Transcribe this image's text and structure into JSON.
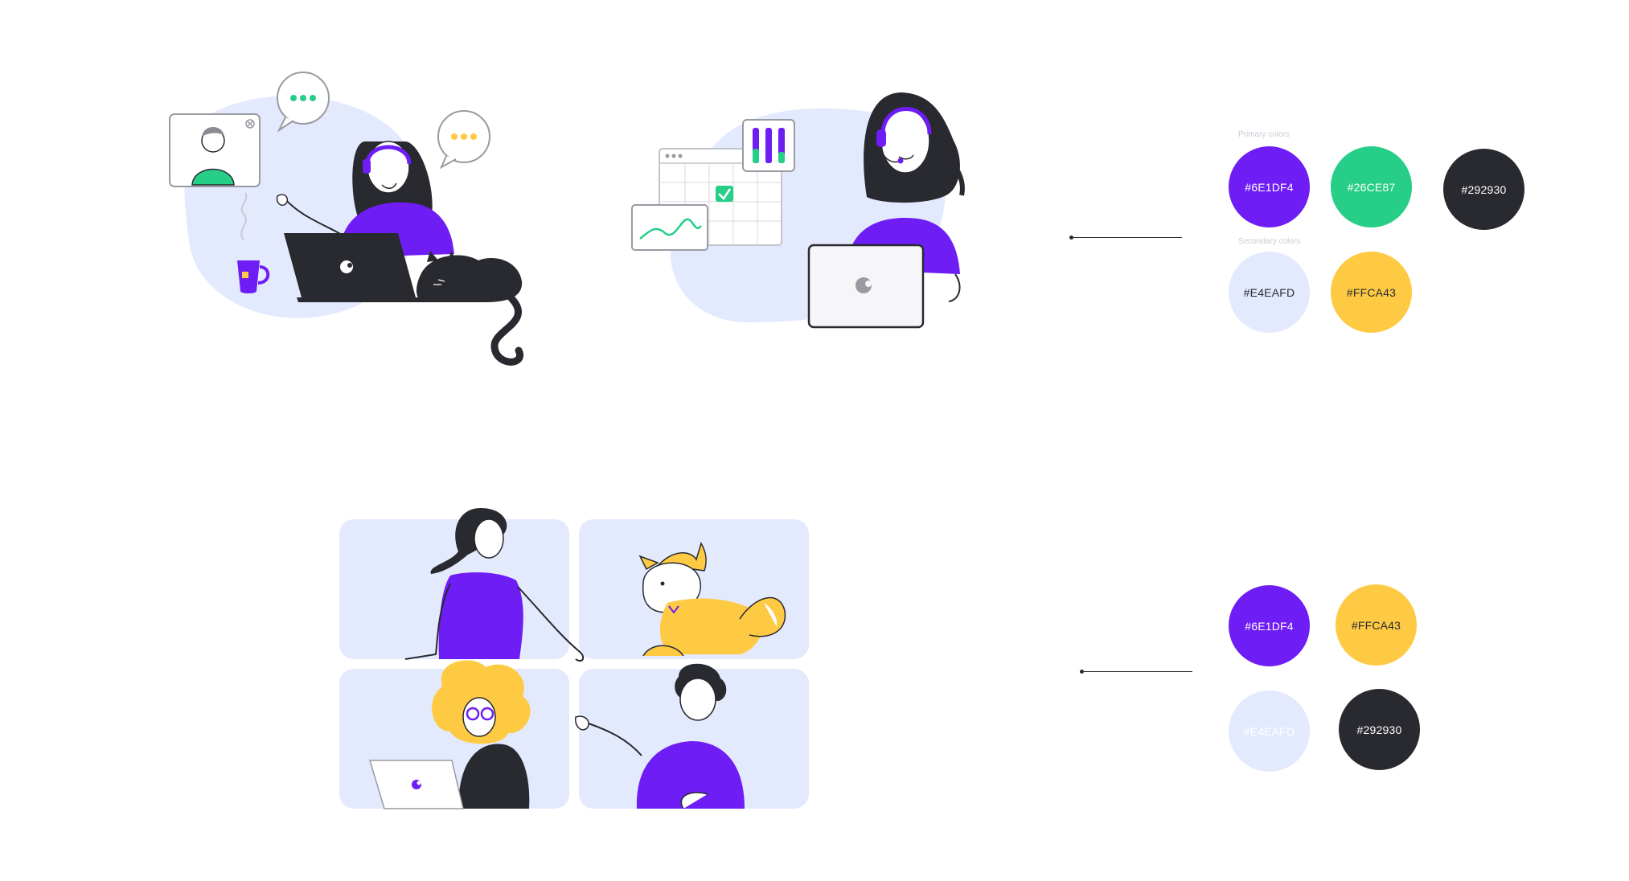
{
  "colors": {
    "purple": "#6E1DF4",
    "green": "#26CE87",
    "dark": "#292930",
    "light": "#E4EAFD",
    "yellow": "#FFCA43",
    "white": "#FFFFFF"
  },
  "palette_1": {
    "primary_label": "Primary colors",
    "secondary_label": "Secondary colors",
    "primary": [
      {
        "label": "#6E1DF4",
        "color": "#6E1DF4"
      },
      {
        "label": "#26CE87",
        "color": "#26CE87"
      },
      {
        "label": "#292930",
        "color": "#292930"
      }
    ],
    "secondary": [
      {
        "label": "#E4EAFD",
        "color": "#E4EAFD"
      },
      {
        "label": "#FFCA43",
        "color": "#FFCA43"
      }
    ]
  },
  "palette_2": {
    "swatches": [
      {
        "label": "#6E1DF4",
        "color": "#6E1DF4"
      },
      {
        "label": "#FFCA43",
        "color": "#FFCA43"
      },
      {
        "label": "#E4EAFD",
        "color": "#E4EAFD"
      },
      {
        "label": "#292930",
        "color": "#292930"
      }
    ]
  },
  "illustrations": {
    "remote_call": "woman-with-laptop-video-call-illustration",
    "support_agent": "support-agent-with-headset-illustration",
    "video_grid": "video-conference-grid-illustration"
  }
}
